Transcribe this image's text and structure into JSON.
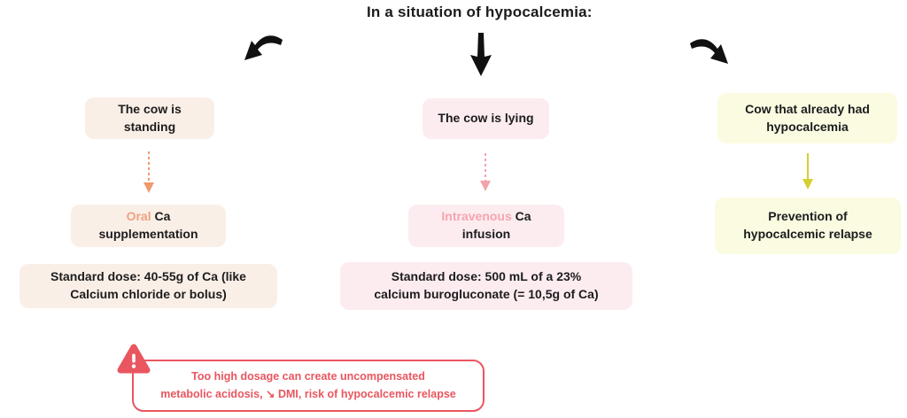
{
  "title": "In a situation of hypocalcemia:",
  "columns": [
    {
      "name": "oral-supplementation",
      "condition_lines": [
        "The cow is",
        "standing"
      ],
      "treatment": {
        "accent": "Oral",
        "line1_rest": "Ca",
        "line2": "supplementation"
      },
      "dose_lines": [
        "Standard dose: 40-55g of Ca (like",
        "Calcium chloride or bolus)"
      ]
    },
    {
      "name": "intravenous-infusion",
      "condition_lines": [
        "The cow is lying"
      ],
      "treatment": {
        "accent": "Intravenous",
        "line1_rest": "Ca",
        "line2": "infusion"
      },
      "dose_lines": [
        "Standard dose: 500 mL of a 23%",
        "calcium burogluconate (= 10,5g of Ca)"
      ]
    },
    {
      "name": "prevention",
      "condition_lines": [
        "Cow that already had",
        "hypocalcemia"
      ],
      "outcome_lines": [
        "Prevention of",
        "hypocalcemic relapse"
      ]
    }
  ],
  "warning": {
    "lines": [
      "Too high dosage can create uncompensated",
      "metabolic acidosis, ↘ DMI, risk of hypocalcemic relapse"
    ]
  },
  "icons": {
    "branch_left": "curved-arrow-down-left",
    "branch_center": "straight-arrow-down",
    "branch_right": "curved-arrow-down-right",
    "warning": "warning-triangle-exclamation"
  },
  "colors": {
    "background": "#ffffff",
    "text_black": "#1b1b1b",
    "arrow_black": "#111111",
    "peach_bg": "#faefe7",
    "peach_accent": "#efa183",
    "peach_arrow": "#f0996e",
    "pink_bg": "#fdecef",
    "pink_accent": "#f4a5b1",
    "pink_arrow": "#f2a4ad",
    "yellow_bg": "#fafbe1",
    "yellow_arrow": "#d4d02f",
    "warning_red": "#e9565f"
  }
}
